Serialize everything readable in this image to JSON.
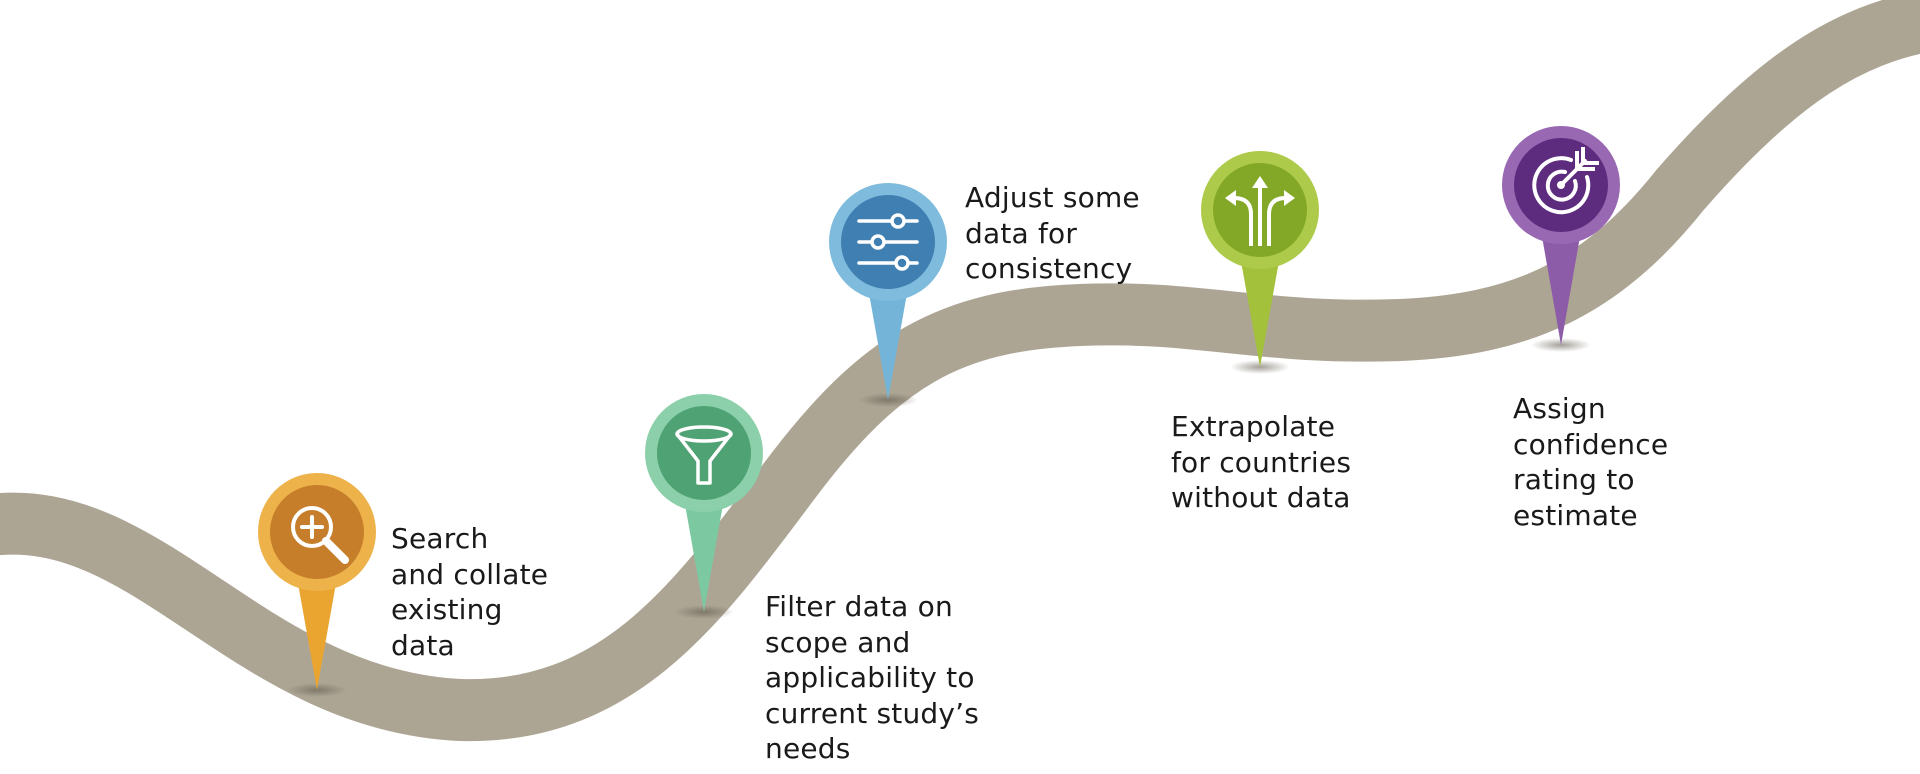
{
  "steps": [
    {
      "label": "Search\nand collate\nexisting\ndata",
      "icon": "magnifier-plus-icon",
      "color": "#E9A530",
      "color_dark": "#C77E2A",
      "ring": "#EEB24B"
    },
    {
      "label": "Filter data on\nscope and\napplicability to\ncurrent study’s\nneeds",
      "icon": "funnel-icon",
      "color": "#7CC8A0",
      "color_dark": "#4FA273",
      "ring": "#8BD0AA"
    },
    {
      "label": "Adjust some\ndata for\nconsistency",
      "icon": "sliders-icon",
      "color": "#74B4D8",
      "color_dark": "#3F7FB1",
      "ring": "#7EBBDD"
    },
    {
      "label": "Extrapolate\nfor countries\nwithout data",
      "icon": "diverging-arrows-icon",
      "color": "#A4C13B",
      "color_dark": "#83A828",
      "ring": "#AECA4A"
    },
    {
      "label": "Assign\nconfidence\nrating to\nestimate",
      "icon": "target-arrow-icon",
      "color": "#8D5CA8",
      "color_dark": "#5D2C7E",
      "ring": "#9868B2"
    }
  ],
  "colors": {
    "road": "#ADA594",
    "text": "#1a1a1a"
  }
}
